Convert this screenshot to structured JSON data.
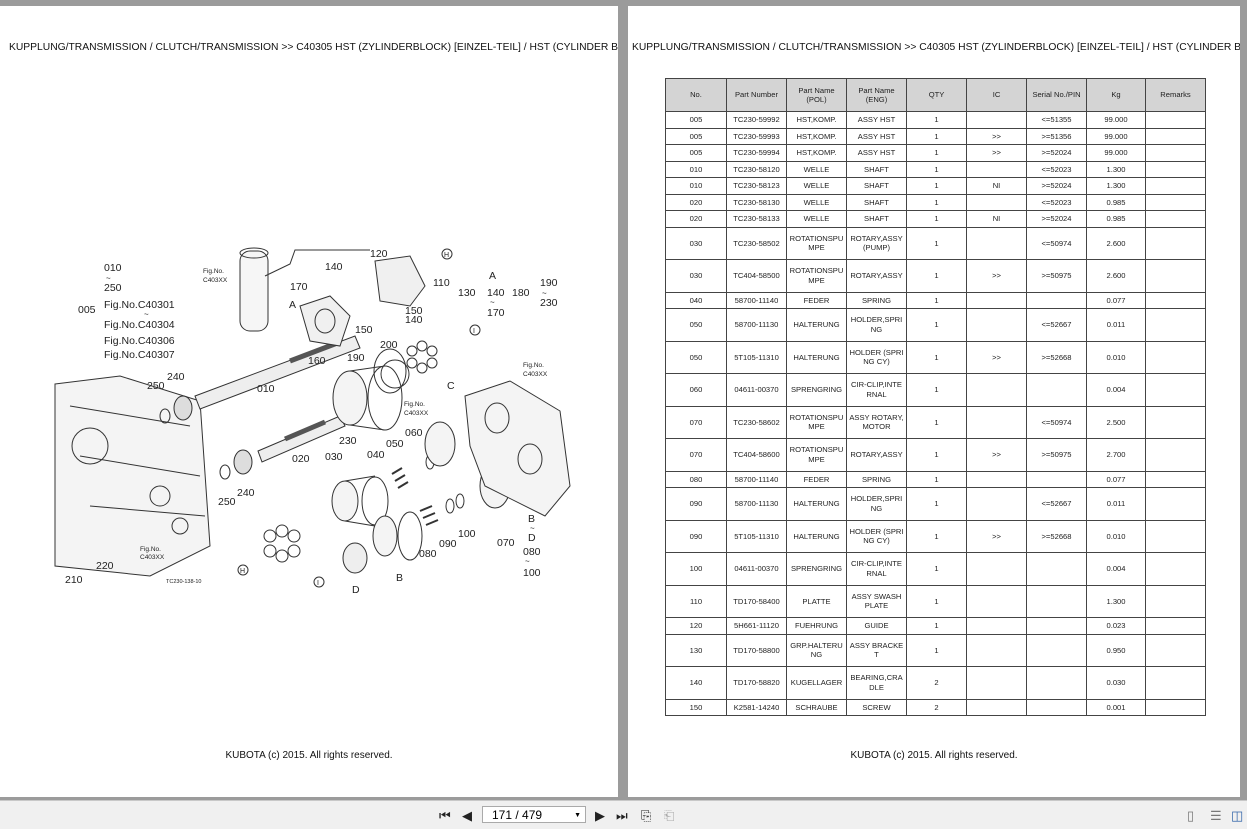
{
  "header_text": "KUPPLUNG/TRANSMISSION / CLUTCH/TRANSMISSION >> C40305    HST (ZYLINDERBLOCK) [EINZEL-TEIL] / HST (CYLINDER BLOCK)",
  "footer_text": "KUBOTA (c) 2015. All rights reserved.",
  "diagram": {
    "labels": [
      "010",
      "~",
      "250",
      "Fig.No.C40301",
      "~",
      "Fig.No.C40304",
      "Fig.No.C40306",
      "Fig.No.C40307",
      "005",
      "Fig.No.",
      "C403XX",
      "120",
      "140",
      "170",
      "110",
      "A",
      "150",
      "140",
      "150",
      "160",
      "130",
      "A",
      "140",
      "~",
      "170",
      "180",
      "190",
      "~",
      "230",
      "200",
      "190",
      "010",
      "240",
      "250",
      "Fig.No.",
      "C403XX",
      "230",
      "060",
      "050",
      "040",
      "020",
      "030",
      "240",
      "250",
      "C",
      "Fig.No.",
      "C403XX",
      "Fig.No.",
      "C403XX",
      "100",
      "090",
      "080",
      "B",
      "D",
      "070",
      "B",
      "~",
      "D",
      "080",
      "~",
      "100",
      "210",
      "220",
      "TC230-138-10",
      "H",
      "H",
      "I",
      "I"
    ]
  },
  "table": {
    "headers": [
      "No.",
      "Part Number",
      "Part Name (POL)",
      "Part Name (ENG)",
      "QTY",
      "IC",
      "Serial No./PIN",
      "Kg",
      "Remarks"
    ],
    "rows": [
      [
        "005",
        "TC230-59992",
        "HST,KOMP.",
        "ASSY HST",
        "1",
        "",
        "<=51355",
        "99.000",
        ""
      ],
      [
        "005",
        "TC230-59993",
        "HST,KOMP.",
        "ASSY HST",
        "1",
        ">>",
        ">=51356",
        "99.000",
        ""
      ],
      [
        "005",
        "TC230-59994",
        "HST,KOMP.",
        "ASSY HST",
        "1",
        ">>",
        ">=52024",
        "99.000",
        ""
      ],
      [
        "010",
        "TC230-58120",
        "WELLE",
        "SHAFT",
        "1",
        "",
        "<=52023",
        "1.300",
        ""
      ],
      [
        "010",
        "TC230-58123",
        "WELLE",
        "SHAFT",
        "1",
        "NI",
        ">=52024",
        "1.300",
        ""
      ],
      [
        "020",
        "TC230-58130",
        "WELLE",
        "SHAFT",
        "1",
        "",
        "<=52023",
        "0.985",
        ""
      ],
      [
        "020",
        "TC230-58133",
        "WELLE",
        "SHAFT",
        "1",
        "NI",
        ">=52024",
        "0.985",
        ""
      ],
      [
        "030",
        "TC230-58502",
        "ROTATIONSPUMPE",
        "ROTARY,ASSY(PUMP)",
        "1",
        "",
        "<=50974",
        "2.600",
        ""
      ],
      [
        "030",
        "TC404-58500",
        "ROTATIONSPUMPE",
        "ROTARY,ASSY",
        "1",
        ">>",
        ">=50975",
        "2.600",
        ""
      ],
      [
        "040",
        "58700-11140",
        "FEDER",
        "SPRING",
        "1",
        "",
        "",
        "0.077",
        ""
      ],
      [
        "050",
        "58700-11130",
        "HALTERUNG",
        "HOLDER,SPRING",
        "1",
        "",
        "<=52667",
        "0.011",
        ""
      ],
      [
        "050",
        "5T105-11310",
        "HALTERUNG",
        "HOLDER (SPRING CY)",
        "1",
        ">>",
        ">=52668",
        "0.010",
        ""
      ],
      [
        "060",
        "04611-00370",
        "SPRENGRING",
        "CIR-CLIP,INTERNAL",
        "1",
        "",
        "",
        "0.004",
        ""
      ],
      [
        "070",
        "TC230-58602",
        "ROTATIONSPUMPE",
        "ASSY ROTARY,MOTOR",
        "1",
        "",
        "<=50974",
        "2.500",
        ""
      ],
      [
        "070",
        "TC404-58600",
        "ROTATIONSPUMPE",
        "ROTARY,ASSY",
        "1",
        ">>",
        ">=50975",
        "2.700",
        ""
      ],
      [
        "080",
        "58700-11140",
        "FEDER",
        "SPRING",
        "1",
        "",
        "",
        "0.077",
        ""
      ],
      [
        "090",
        "58700-11130",
        "HALTERUNG",
        "HOLDER,SPRING",
        "1",
        "",
        "<=52667",
        "0.011",
        ""
      ],
      [
        "090",
        "5T105-11310",
        "HALTERUNG",
        "HOLDER (SPRING CY)",
        "1",
        ">>",
        ">=52668",
        "0.010",
        ""
      ],
      [
        "100",
        "04611-00370",
        "SPRENGRING",
        "CIR-CLIP,INTERNAL",
        "1",
        "",
        "",
        "0.004",
        ""
      ],
      [
        "110",
        "TD170-58400",
        "PLATTE",
        "ASSY SWASH PLATE",
        "1",
        "",
        "",
        "1.300",
        ""
      ],
      [
        "120",
        "5H661-11120",
        "FUEHRUNG",
        "GUIDE",
        "1",
        "",
        "",
        "0.023",
        ""
      ],
      [
        "130",
        "TD170-58800",
        "GRP.HALTERUNG",
        "ASSY BRACKET",
        "1",
        "",
        "",
        "0.950",
        ""
      ],
      [
        "140",
        "TD170-58820",
        "KUGELLAGER",
        "BEARING,CRADLE",
        "2",
        "",
        "",
        "0.030",
        ""
      ],
      [
        "150",
        "K2581-14240",
        "SCHRAUBE",
        "SCREW",
        "2",
        "",
        "",
        "0.001",
        ""
      ]
    ]
  },
  "toolbar": {
    "page_indicator": "171 / 479",
    "icons": [
      "first-page-icon",
      "prev-page-icon",
      "next-page-icon",
      "last-page-icon",
      "fit-page-icon",
      "fit-width-icon",
      "single-page-icon",
      "continuous-icon",
      "two-page-icon"
    ]
  }
}
